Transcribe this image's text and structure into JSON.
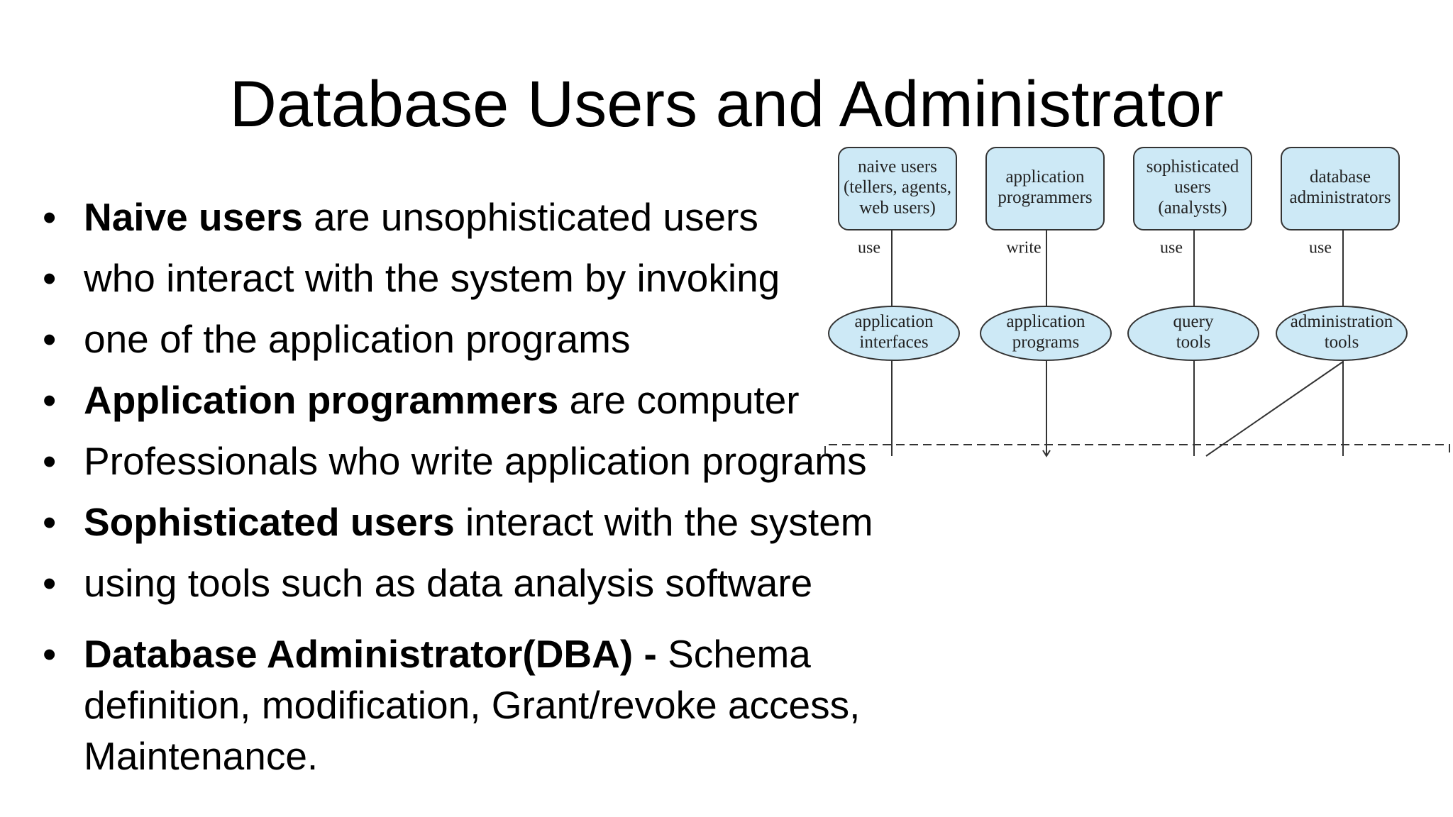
{
  "slide": {
    "title": "Database Users and Administrator"
  },
  "bullets": [
    {
      "bold": "Naive users",
      "rest": " are unsophisticated users"
    },
    {
      "bold": "",
      "rest": "who interact with the system by invoking"
    },
    {
      "bold": "",
      "rest": "one of the application programs"
    },
    {
      "bold": "Application programmers",
      "rest": " are computer"
    },
    {
      "bold": "",
      "rest": "Professionals who write application programs"
    },
    {
      "bold": "Sophisticated users",
      "rest": " interact with the system"
    },
    {
      "bold": "",
      "rest": "using tools such as data analysis software"
    },
    {
      "bold": "Database Administrator(DBA) - ",
      "rest": "Schema definition, modification, Grant/revoke access, Maintenance."
    }
  ],
  "diagram": {
    "users": [
      {
        "lines": [
          "naive users",
          "(tellers, agents,",
          "web users)"
        ]
      },
      {
        "lines": [
          "application",
          "programmers"
        ]
      },
      {
        "lines": [
          "sophisticated",
          "users",
          "(analysts)"
        ]
      },
      {
        "lines": [
          "database",
          "administrators"
        ]
      }
    ],
    "edge_labels": [
      "use",
      "write",
      "use",
      "use"
    ],
    "tools": [
      {
        "lines": [
          "application",
          "interfaces"
        ]
      },
      {
        "lines": [
          "application",
          "programs"
        ]
      },
      {
        "lines": [
          "query",
          "tools"
        ]
      },
      {
        "lines": [
          "administration",
          "tools"
        ]
      }
    ],
    "colors": {
      "box_fill": "#cde9f6",
      "stroke": "#333333"
    }
  }
}
